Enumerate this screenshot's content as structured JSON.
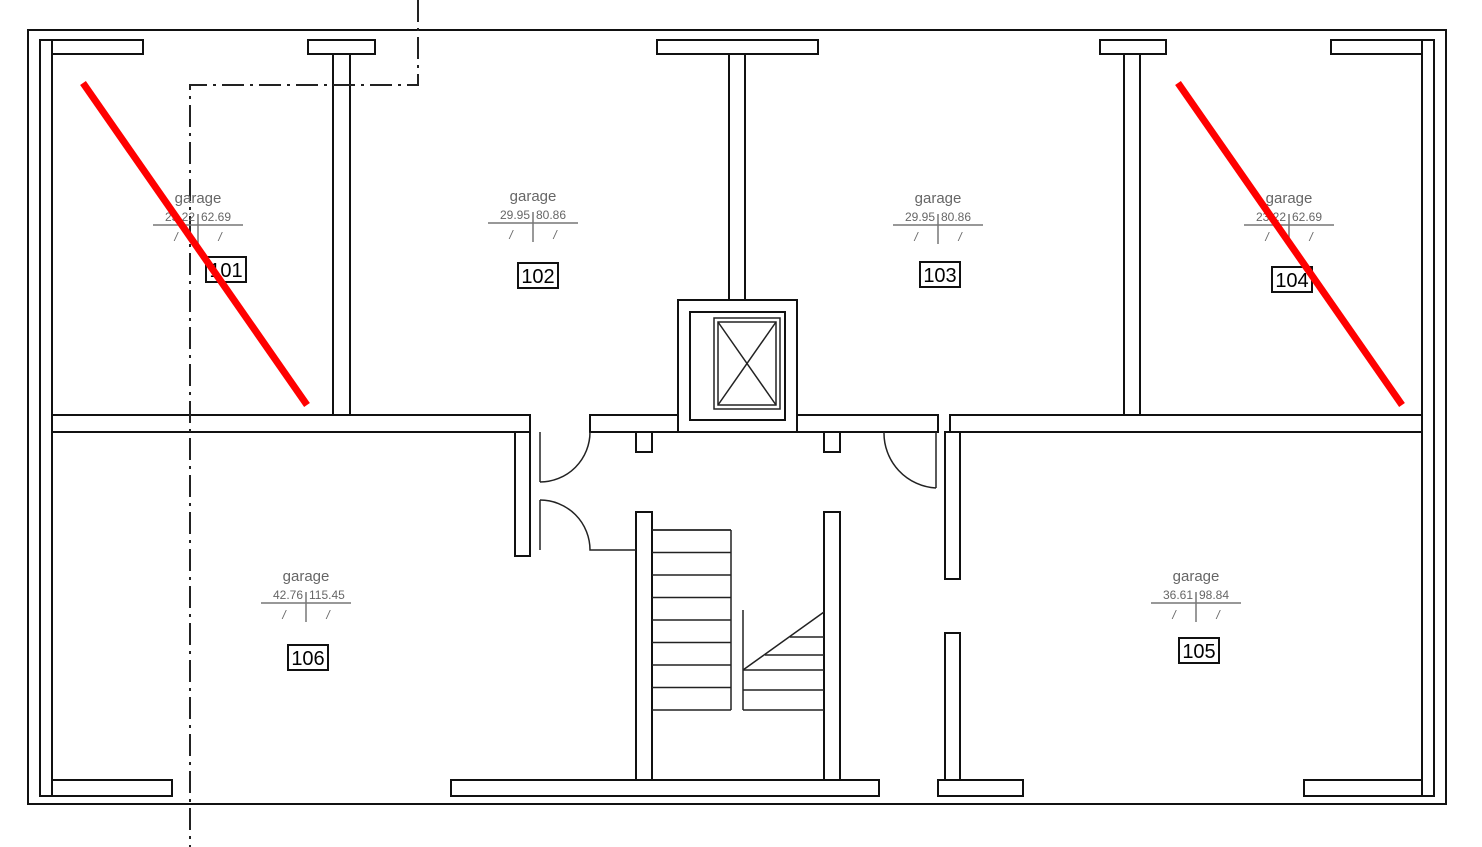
{
  "colors": {
    "walls": "#111111",
    "cross_out": "#ff0000",
    "label_text": "#666666"
  },
  "rooms": [
    {
      "number": "101",
      "type": "garage",
      "value_left": "23.22",
      "value_right": "62.69",
      "sub_left": "/",
      "sub_right": "/",
      "crossed_out": true
    },
    {
      "number": "102",
      "type": "garage",
      "value_left": "29.95",
      "value_right": "80.86",
      "sub_left": "/",
      "sub_right": "/",
      "crossed_out": false
    },
    {
      "number": "103",
      "type": "garage",
      "value_left": "29.95",
      "value_right": "80.86",
      "sub_left": "/",
      "sub_right": "/",
      "crossed_out": false
    },
    {
      "number": "104",
      "type": "garage",
      "value_left": "23.22",
      "value_right": "62.69",
      "sub_left": "/",
      "sub_right": "/",
      "crossed_out": true
    },
    {
      "number": "105",
      "type": "garage",
      "value_left": "36.61",
      "value_right": "98.84",
      "sub_left": "/",
      "sub_right": "/",
      "crossed_out": false
    },
    {
      "number": "106",
      "type": "garage",
      "value_left": "42.76",
      "value_right": "115.45",
      "sub_left": "/",
      "sub_right": "/",
      "crossed_out": false
    }
  ]
}
